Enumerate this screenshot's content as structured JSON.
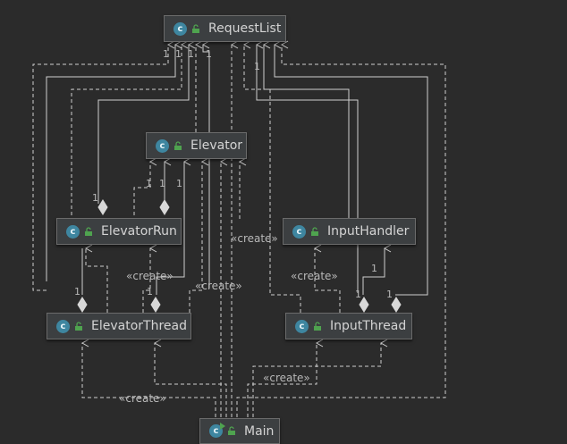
{
  "classes": [
    {
      "id": "requestlist",
      "name": "RequestList",
      "icon": "class-c-icon"
    },
    {
      "id": "elevator",
      "name": "Elevator",
      "icon": "class-c-icon"
    },
    {
      "id": "elevatorrun",
      "name": "ElevatorRun",
      "icon": "class-c-icon"
    },
    {
      "id": "inputhandler",
      "name": "InputHandler",
      "icon": "class-c-icon"
    },
    {
      "id": "elevatorthread",
      "name": "ElevatorThread",
      "icon": "class-c-icon"
    },
    {
      "id": "inputthread",
      "name": "InputThread",
      "icon": "class-c-icon"
    },
    {
      "id": "main",
      "name": "Main",
      "icon": "class-main-icon"
    }
  ],
  "icon_letter": "c",
  "edge_labels": {
    "create": "«create»"
  },
  "multiplicity": "1",
  "colors": {
    "background": "#2b2b2b",
    "node": "#3c3f41",
    "edge": "#cfcfcf",
    "class_icon": "#3e86a0",
    "visibility_icon": "#4fa34f"
  }
}
